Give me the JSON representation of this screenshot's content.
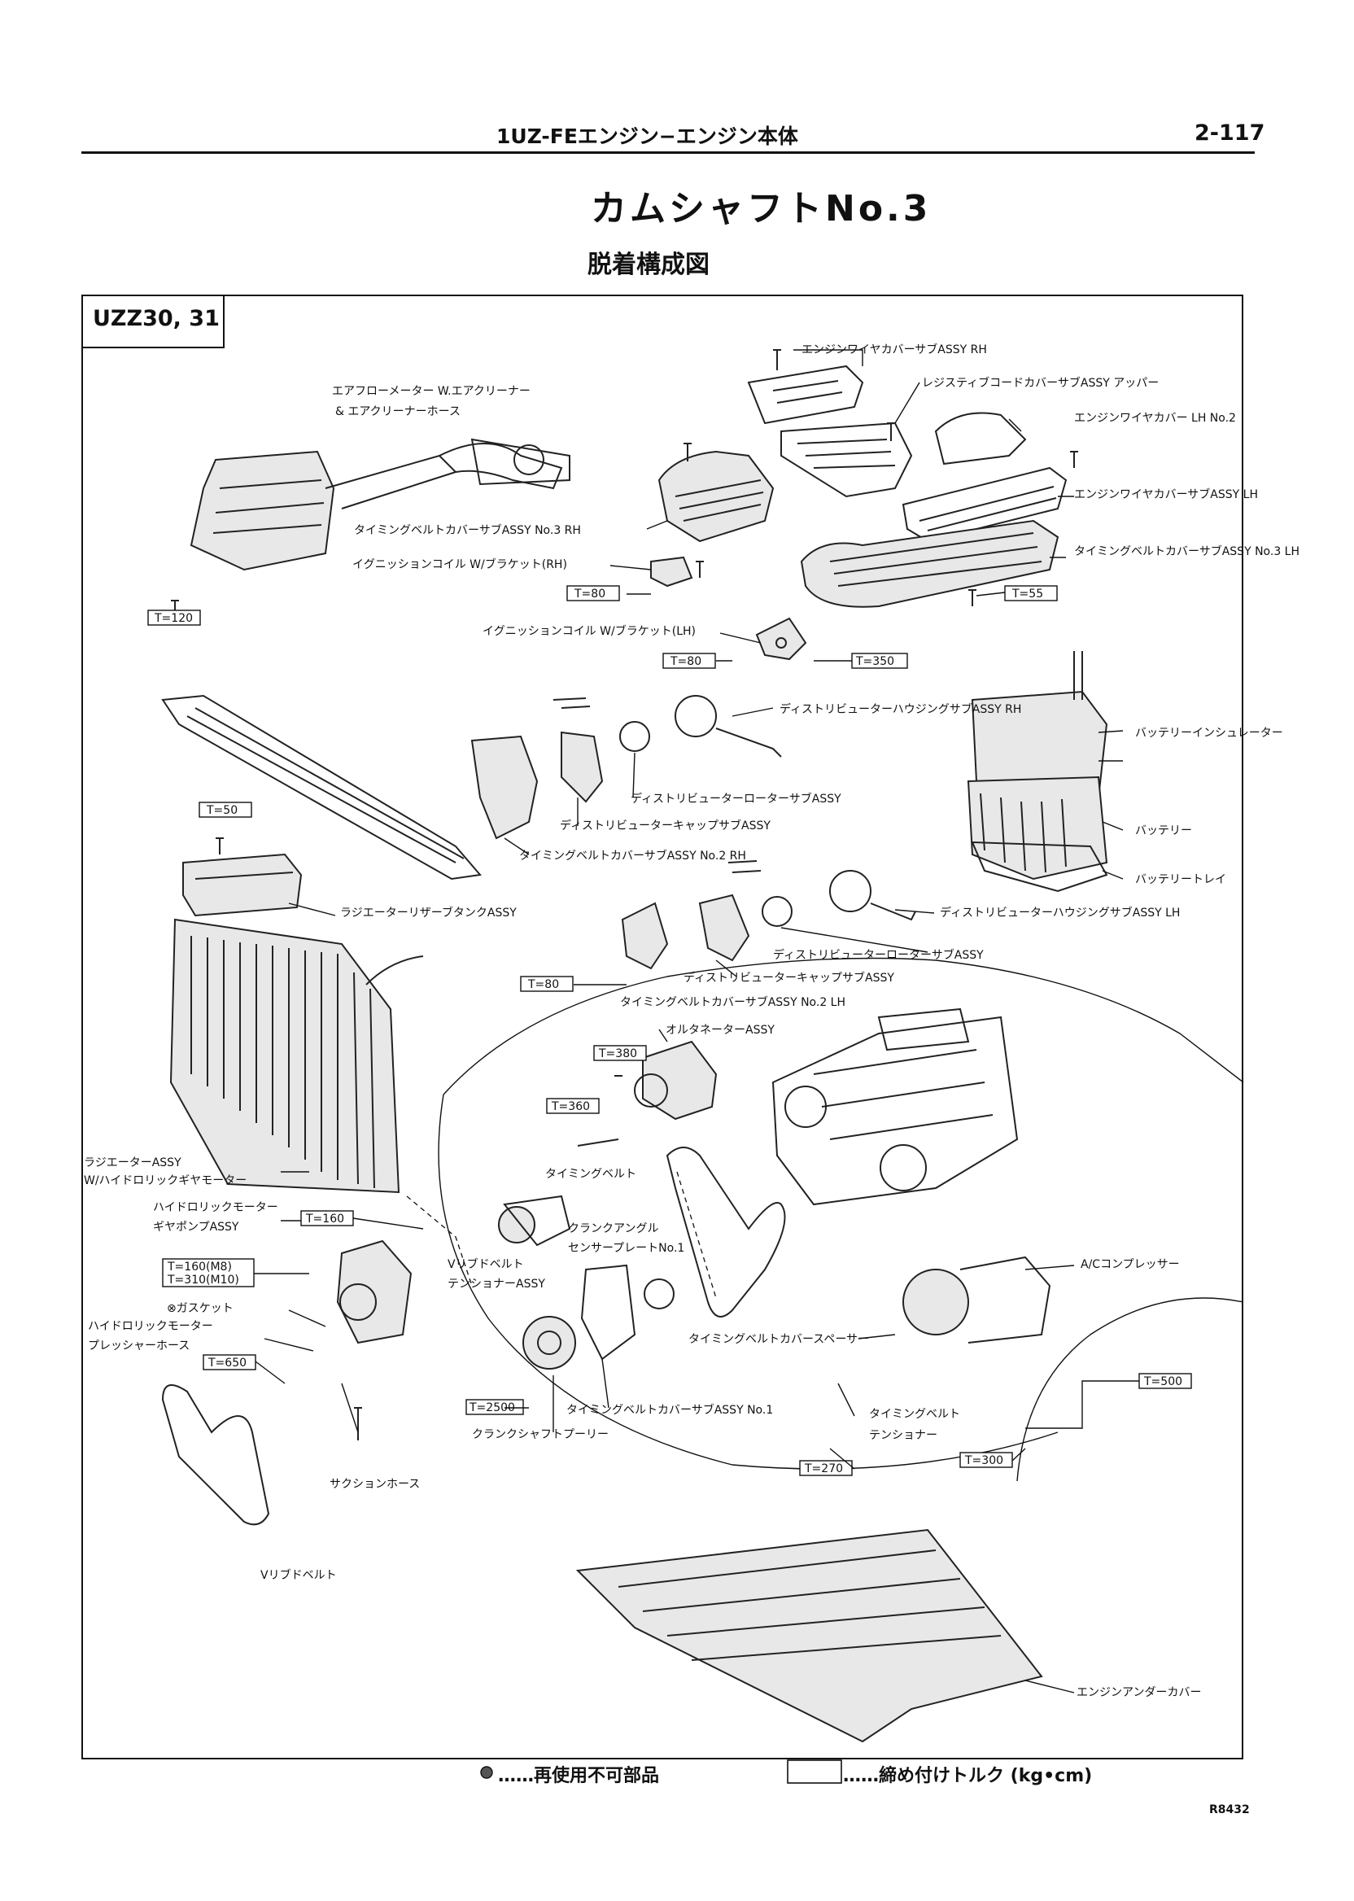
{
  "header": {
    "title": "1UZ-FEエンジン−エンジン本体",
    "page": "2-117"
  },
  "section_title": "カムシャフトNo.3",
  "subtitle": "脱着構成図",
  "model_box": "UZZ30, 31",
  "legend": {
    "nonreusable": "……再使用不可部品",
    "torque": "……締め付けトルク (kg•cm)"
  },
  "figure_code": "R8432",
  "parts": [
    "エンジンワイヤカバーサブASSY RH",
    "レジスティブコードカバーサブASSY アッパー",
    "エンジンワイヤカバー LH No.2",
    "エンジンワイヤカバーサブASSY LH",
    "タイミングベルトカバーサブASSY No.3 LH",
    "エアフローメーター W.エアクリーナー",
    "& エアクリーナーホース",
    "タイミングベルトカバーサブASSY No.3 RH",
    "イグニッションコイル W/ブラケット(RH)",
    "イグニッションコイル W/ブラケット(LH)",
    "ディストリビューターハウジングサブASSY RH",
    "バッテリーインシュレーター",
    "バッテリー",
    "バッテリートレイ",
    "ディストリビューターローターサブASSY",
    "ディストリビューターキャップサブASSY",
    "タイミングベルトカバーサブASSY No.2 RH",
    "ラジエーターリザーブタンクASSY",
    "ディストリビューターハウジングサブASSY LH",
    "ディストリビューターローターサブASSY",
    "ディストリビューターキャップサブASSY",
    "タイミングベルトカバーサブASSY No.2 LH",
    "オルタネーターASSY",
    "ラジエーターASSY",
    "W/ハイドロリックギヤモーター",
    "タイミングベルト",
    "ハイドロリックモーター",
    "ギヤポンプASSY",
    "クランクアングル",
    "センサープレートNo.1",
    "Vリブドベルト",
    "テンショナーASSY",
    "ガスケット",
    "ハイドロリックモーター",
    "プレッシャーホース",
    "タイミングベルトカバースペーサー",
    "A/Cコンプレッサー",
    "タイミングベルトカバーサブASSY No.1",
    "タイミングベルト",
    "テンショナー",
    "クランクシャフトプーリー",
    "サクションホース",
    "Vリブドベルト",
    "エンジンアンダーカバー"
  ],
  "torques": [
    "T=120",
    "T=80",
    "T=55",
    "T=80",
    "T=350",
    "T=50",
    "T=80",
    "T=380",
    "T=360",
    "T=160",
    "T=160(M8)",
    "T=310(M10)",
    "T=650",
    "T=2500",
    "T=270",
    "T=500",
    "T=300"
  ]
}
